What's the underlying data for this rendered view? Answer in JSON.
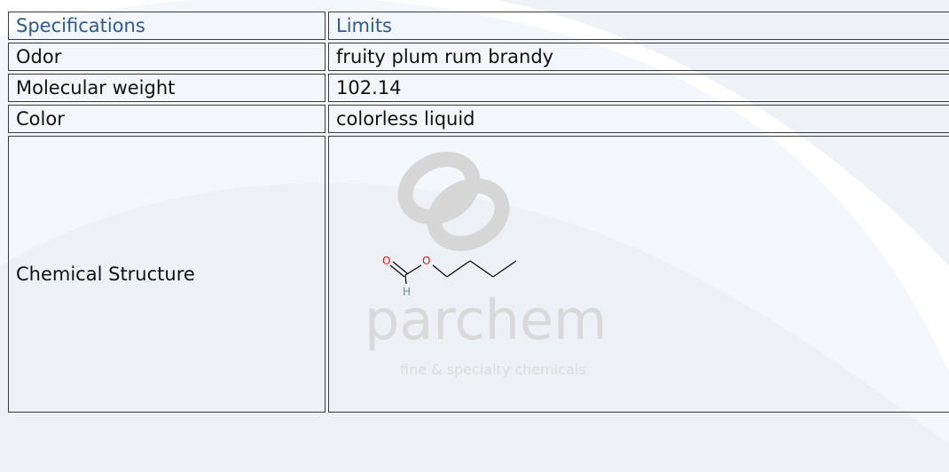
{
  "table": {
    "header": {
      "spec": "Specifications",
      "limit": "Limits"
    },
    "rows": [
      {
        "spec": "Odor",
        "limit": "fruity plum rum brandy"
      },
      {
        "spec": "Molecular weight",
        "limit": "102.14"
      },
      {
        "spec": "Color",
        "limit": "colorless liquid"
      }
    ],
    "structure_label": "Chemical Structure"
  },
  "structure": {
    "atoms": {
      "oxygen_carbonyl": "O",
      "oxygen_ether": "O",
      "hydrogen": "H"
    },
    "atom_colors": {
      "oxygen": "#ff0d0d",
      "hydrogen": "#4d9a9a"
    }
  },
  "watermark": {
    "brand": "parchem",
    "tagline": "fine & specialty chemicals"
  },
  "colors": {
    "header_text": "#2e5a96",
    "border": "#3b3b3b",
    "background_swoosh": "#eef2f7"
  }
}
